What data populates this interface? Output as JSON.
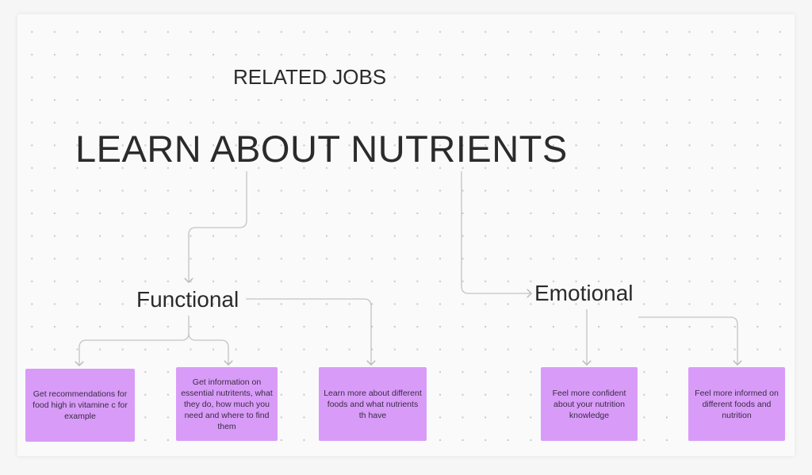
{
  "heading": "RELATED JOBS",
  "title": "LEARN ABOUT  NUTRIENTS",
  "categories": {
    "functional": "Functional",
    "emotional": "Emotional"
  },
  "stickies": [
    "Get recommendations for food high in vitamine c for example",
    "Get information on essential nutritents, what they do, how much you need and where to find them",
    "Learn more about different foods and what nutrients th have",
    "Feel more confident about your nutrition knowledge",
    "Feel more informed on different foods and nutrition"
  ],
  "colors": {
    "sticky": "#d89cf8",
    "connector": "#c4c4c4"
  }
}
